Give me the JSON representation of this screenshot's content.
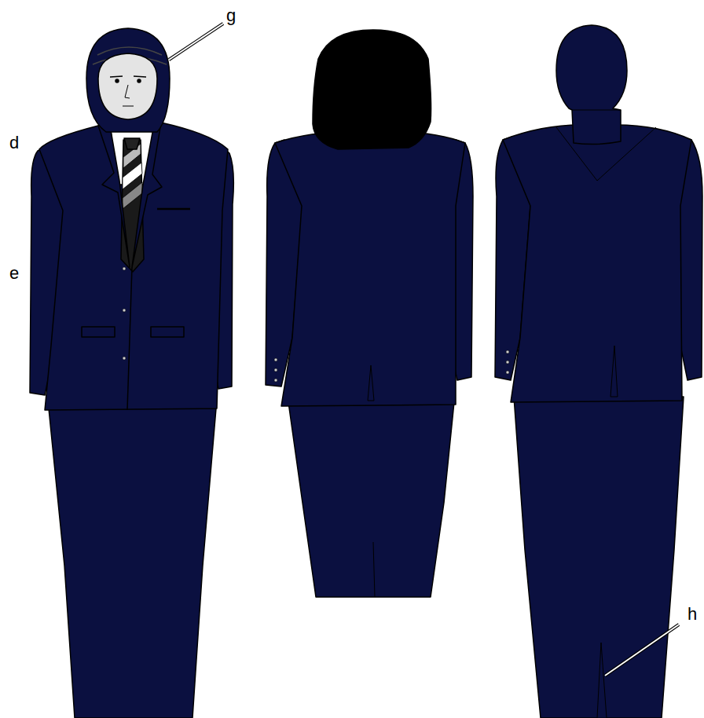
{
  "diagram": {
    "labels": [
      "g",
      "d",
      "e",
      "h"
    ]
  }
}
